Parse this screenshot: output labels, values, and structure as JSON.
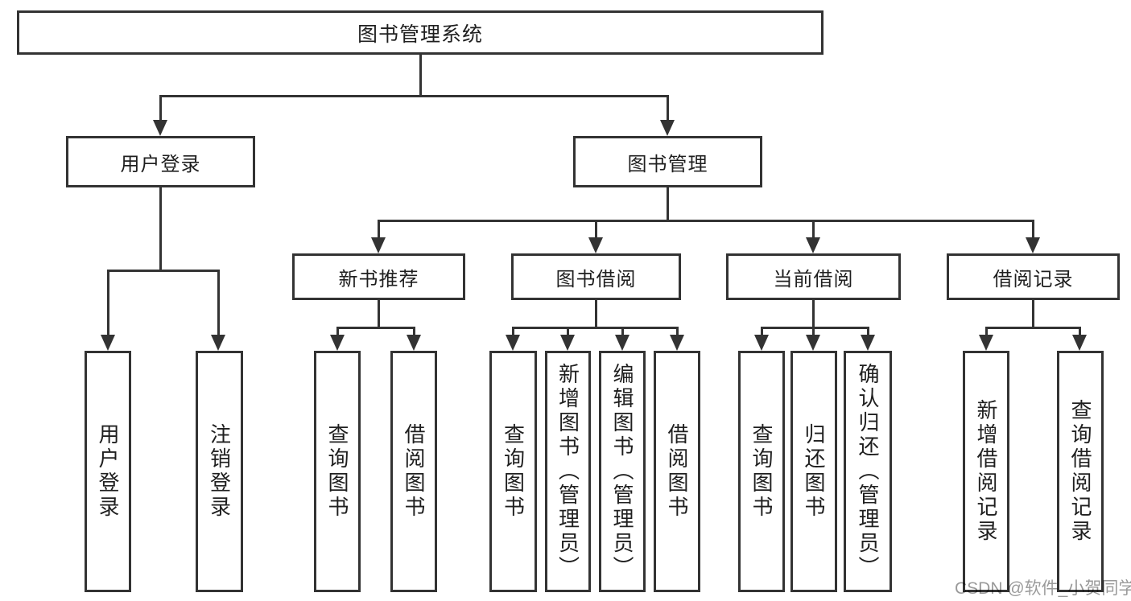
{
  "diagram": {
    "root": {
      "label": "图书管理系统",
      "children": [
        {
          "label": "用户登录",
          "children": [
            {
              "label": "用户登录"
            },
            {
              "label": "注销登录"
            }
          ]
        },
        {
          "label": "图书管理",
          "children": [
            {
              "label": "新书推荐",
              "children": [
                {
                  "label": "查询图书"
                },
                {
                  "label": "借阅图书"
                }
              ]
            },
            {
              "label": "图书借阅",
              "children": [
                {
                  "label": "查询图书"
                },
                {
                  "label": "新增图书（管理员）"
                },
                {
                  "label": "编辑图书（管理员）"
                },
                {
                  "label": "借阅图书"
                }
              ]
            },
            {
              "label": "当前借阅",
              "children": [
                {
                  "label": "查询图书"
                },
                {
                  "label": "归还图书"
                },
                {
                  "label": "确认归还（管理员）"
                }
              ]
            },
            {
              "label": "借阅记录",
              "children": [
                {
                  "label": "新增借阅记录"
                },
                {
                  "label": "查询借阅记录"
                }
              ]
            }
          ]
        }
      ]
    }
  },
  "watermark": {
    "text": "CSDN @软件_小贺同学"
  },
  "colors": {
    "line": "#333333",
    "text": "#1f1f1f",
    "background": "#ffffff",
    "watermark": "#999999"
  }
}
